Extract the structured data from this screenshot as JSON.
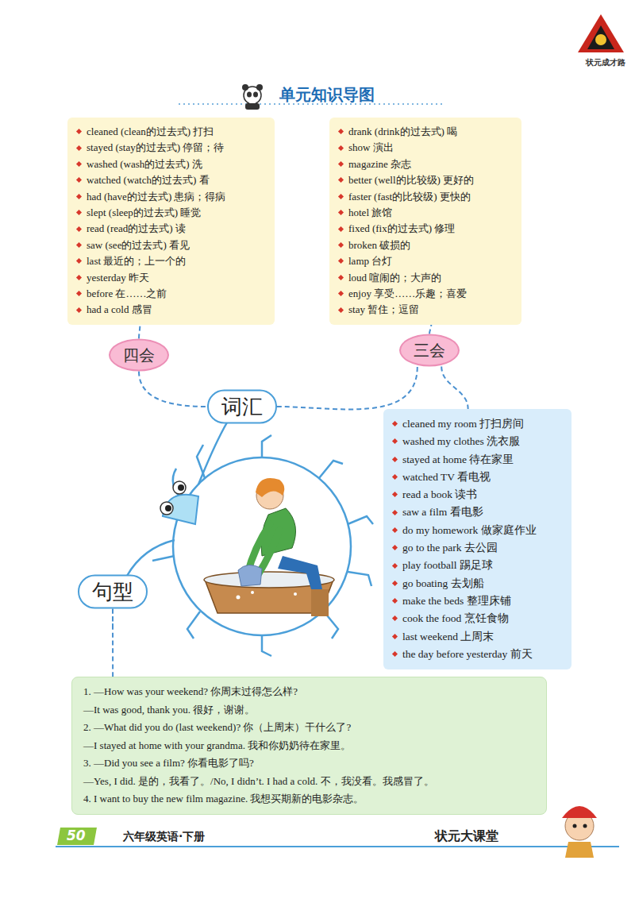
{
  "diagram": {
    "title": "单元知识导图",
    "nodes": [
      {
        "text": [
          "cleaned (clean的过去式) 打扫",
          "stayed (stay的过去式) 停留；待",
          "washed (wash的过去式) 洗",
          "watched (watch的过去式) 看",
          "had (have的过去式) 患病；得病",
          "slept (sleep的过去式) 睡觉",
          "read (read的过去式) 读",
          "saw (see的过去式) 看见",
          "last 最近的；上一个的",
          "yesterday 昨天",
          "before 在……之前",
          "had a cold 感冒"
        ]
      },
      {
        "text": [
          "drank (drink的过去式) 喝",
          "show 演出",
          "magazine 杂志",
          "better (well的比较级) 更好的",
          "faster (fast的比较级) 更快的",
          "hotel 旅馆",
          "fixed (fix的过去式) 修理",
          "broken 破损的",
          "lamp 台灯",
          "loud 喧闹的；大声的",
          "enjoy 享受……乐趣；喜爱",
          "stay 暂住；逗留"
        ]
      },
      {
        "text": [
          "四会"
        ]
      },
      {
        "text": [
          "三会"
        ]
      },
      {
        "text": [
          "词汇"
        ]
      },
      {
        "text": [
          "cleaned my room 打扫房间",
          "washed my clothes 洗衣服",
          "stayed at home 待在家里",
          "watched TV 看电视",
          "read a book 读书",
          "saw a film 看电影",
          "do my homework 做家庭作业",
          "go to the park 去公园",
          "play football 踢足球",
          "go boating 去划船",
          "make the beds 整理床铺",
          "cook the food 烹饪食物",
          "last weekend 上周末",
          "the day before yesterday 前天"
        ]
      },
      {
        "text": [
          "句型"
        ]
      },
      {
        "text": [
          "1. —How was your weekend? 你周末过得怎么样?",
          "—It was good, thank you. 很好，谢谢。",
          "2. —What did you do (last weekend)? 你（上周末）干什么了?",
          "—I stayed at home with your grandma. 我和你奶奶待在家里。",
          "3. —Did you see a film? 你看电影了吗?",
          "—Yes, I did. 是的，我看了。/No, I didn’t. I had a cold. 不，我没看。我感冒了。",
          "4. I want to buy the new film magazine. 我想买期新的电影杂志。"
        ]
      }
    ],
    "edges": [
      {
        "from": 2,
        "to": 0,
        "arrow": "none"
      },
      {
        "from": 2,
        "to": 4,
        "arrow": "none"
      },
      {
        "from": 3,
        "to": 1,
        "arrow": "none"
      },
      {
        "from": 4,
        "to": 3,
        "arrow": "none"
      },
      {
        "from": 3,
        "to": 5,
        "arrow": "none"
      },
      {
        "from": 6,
        "to": 7,
        "arrow": "none"
      }
    ],
    "labels": [
      "状元成才路",
      "50",
      "六年级英语·下册",
      "状元大课堂"
    ]
  }
}
